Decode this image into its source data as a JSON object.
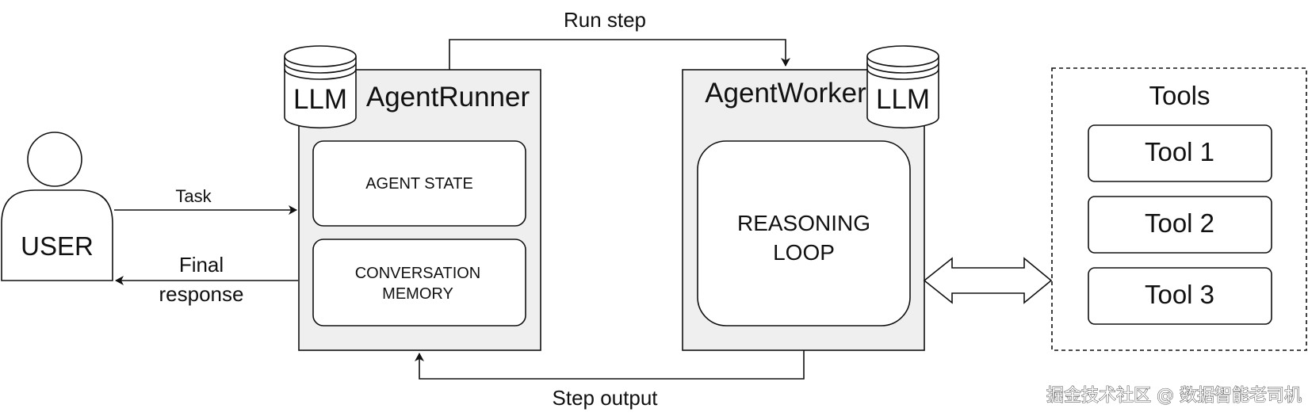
{
  "user": {
    "label": "USER"
  },
  "arrows": {
    "task": "Task",
    "final_response_line1": "Final",
    "final_response_line2": "response",
    "run_step": "Run step",
    "step_output": "Step output"
  },
  "agent_runner": {
    "title": "AgentRunner",
    "llm": "LLM",
    "state": "AGENT STATE",
    "memory_line1": "CONVERSATION",
    "memory_line2": "MEMORY"
  },
  "agent_worker": {
    "title": "AgentWorker",
    "llm": "LLM",
    "loop_line1": "REASONING",
    "loop_line2": "LOOP"
  },
  "tools": {
    "title": "Tools",
    "items": [
      "Tool 1",
      "Tool 2",
      "Tool 3"
    ]
  },
  "watermark": "掘金技术社区 @ 数据智能老司机",
  "colors": {
    "box_fill": "#efefef",
    "stroke": "#111111"
  }
}
